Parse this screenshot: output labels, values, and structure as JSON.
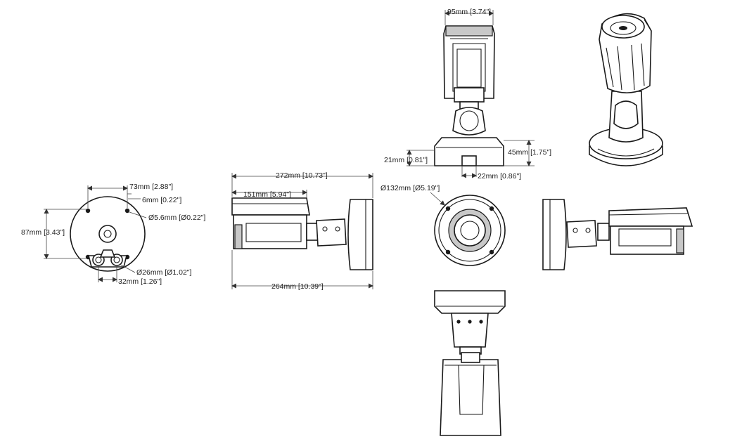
{
  "dimensions": {
    "housing_width": "95mm [3.74\"]",
    "base_height": "45mm [1.75\"]",
    "base_step": "21mm [0.81\"]",
    "cable_slot": "22mm [0.86\"]",
    "overall_length": "272mm [10.73\"]",
    "hood_length": "151mm [5.94\"]",
    "body_length": "264mm [10.39\"]",
    "mount_diameter": "Ø132mm [Ø5.19\"]",
    "hole_spacing_width": "73mm [2.88\"]",
    "hole_offset": "6mm [0.22\"]",
    "screw_hole": "Ø5.6mm [Ø0.22\"]",
    "hole_spacing_height": "87mm [3.43\"]",
    "conduit_diameter": "Ø26mm [Ø1.02\"]",
    "conduit_spacing": "32mm [1.26\"]"
  }
}
